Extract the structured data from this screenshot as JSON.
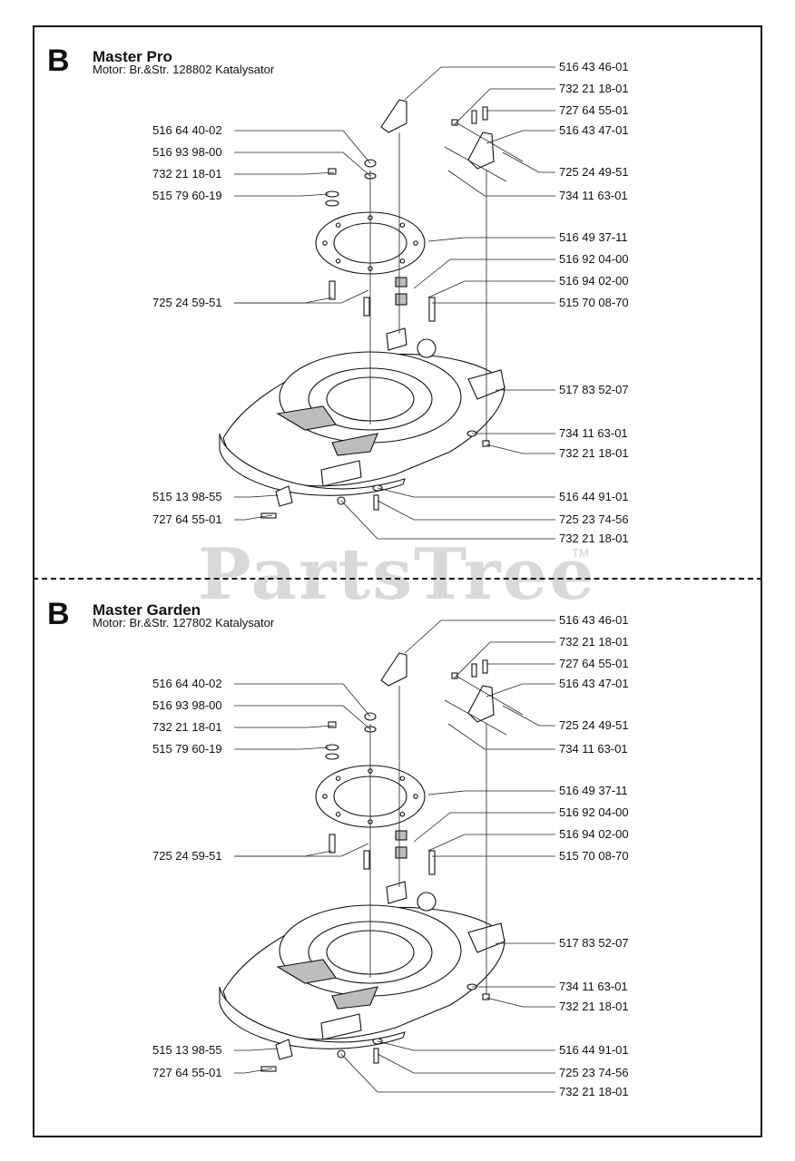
{
  "sections": [
    {
      "letter": "B",
      "title": "Master Pro",
      "motor": "Motor: Br.&Str. 128802 Katalysator",
      "labels_right": [
        "516 43 46-01",
        "732 21 18-01",
        "727 64 55-01",
        "516 43 47-01",
        "725 24 49-51",
        "734 11 63-01",
        "516 49 37-11",
        "516 92 04-00",
        "516 94 02-00",
        "515 70 08-70",
        "517 83 52-07",
        "734 11 63-01",
        "732 21 18-01",
        "516 44 91-01",
        "725 23 74-56",
        "732 21 18-01"
      ],
      "labels_left": [
        "516 64 40-02",
        "516 93 98-00",
        "732 21 18-01",
        "515 79 60-19",
        "725 24 59-51",
        "515 13 98-55",
        "727 64 55-01"
      ]
    },
    {
      "letter": "B",
      "title": "Master Garden",
      "motor": "Motor: Br.&Str. 127802 Katalysator",
      "labels_right": [
        "516 43 46-01",
        "732 21 18-01",
        "727 64 55-01",
        "516 43 47-01",
        "725 24 49-51",
        "734 11 63-01",
        "516 49 37-11",
        "516 92 04-00",
        "516 94 02-00",
        "515 70 08-70",
        "517 83 52-07",
        "734 11 63-01",
        "732 21 18-01",
        "516 44 91-01",
        "725 23 74-56",
        "732 21 18-01"
      ],
      "labels_left": [
        "516 64 40-02",
        "516 93 98-00",
        "732 21 18-01",
        "515 79 60-19",
        "725 24 59-51",
        "515 13 98-55",
        "727 64 55-01"
      ]
    }
  ],
  "watermark": "PartsTree",
  "trademark": "TM"
}
